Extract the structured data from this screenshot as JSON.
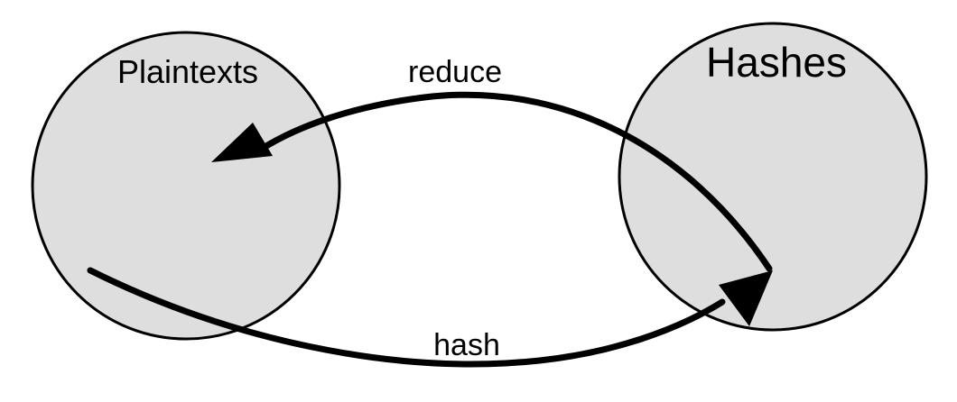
{
  "diagram": {
    "nodes": {
      "plaintexts": {
        "label": "Plaintexts"
      },
      "hashes": {
        "label": "Hashes"
      }
    },
    "edges": {
      "reduce": {
        "label": "reduce",
        "from": "Hashes",
        "to": "Plaintexts"
      },
      "hash": {
        "label": "hash",
        "from": "Plaintexts",
        "to": "Hashes"
      }
    }
  },
  "colors": {
    "circle_fill": "#dedede",
    "stroke": "#000000",
    "background": "#ffffff"
  }
}
